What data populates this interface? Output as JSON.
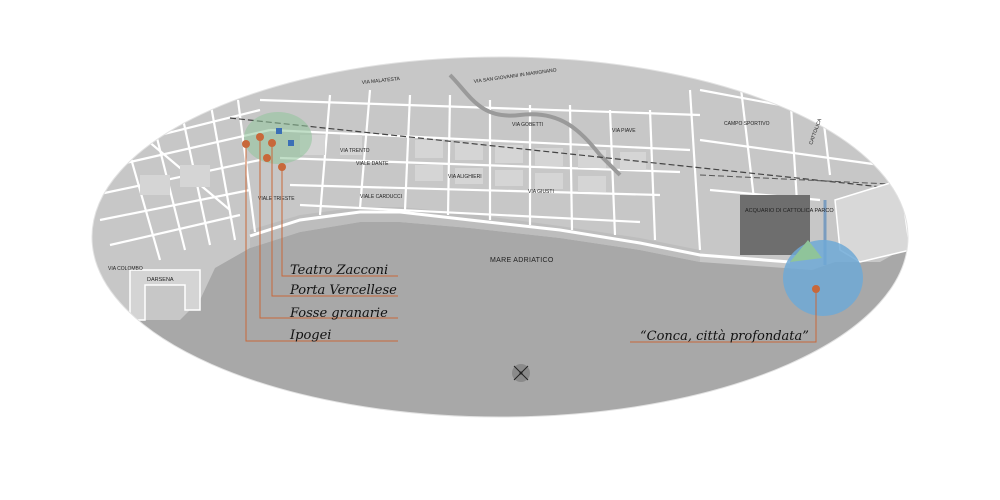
{
  "map": {
    "sea_label": "MARE ADRIATICO",
    "darsena_label": "DARSENA",
    "acquario_label": "ACQUARIO DI CATTOLICA PARCO \"LE NAVI\"",
    "callouts": [
      {
        "id": "teatro",
        "label": "Teatro Zacconi"
      },
      {
        "id": "porta",
        "label": "Porta Vercellese"
      },
      {
        "id": "fosse",
        "label": "Fosse granarie"
      },
      {
        "id": "ipogei",
        "label": "Ipogei"
      },
      {
        "id": "conca",
        "label": "“Conca, città profondata”"
      }
    ],
    "streets": [
      {
        "name": "VIA SAN GIOVANNI IN MARIGNANO"
      },
      {
        "name": "VIA GOBETTI"
      },
      {
        "name": "VIA PIAVE"
      },
      {
        "name": "VIALE DANTE"
      },
      {
        "name": "VIA ALIGHIERI"
      },
      {
        "name": "VIALE CARDUCCI"
      },
      {
        "name": "VIA TRENTO"
      },
      {
        "name": "VIA MALATESTA"
      },
      {
        "name": "VIA GIUSTI"
      },
      {
        "name": "VIALE TRIESTE"
      },
      {
        "name": "VIA COLOMBO"
      },
      {
        "name": "CAMPO SPORTIVO"
      },
      {
        "name": "CATTOLICA"
      }
    ],
    "colors": {
      "sea": "#a8a8a8",
      "land": "#c7c7c7",
      "beach": "#bdbdbd",
      "roads": "#ffffff",
      "accent_orange": "#c8683a",
      "accent_blue": "#6fa9d6",
      "accent_green": "#8fc49a"
    }
  }
}
